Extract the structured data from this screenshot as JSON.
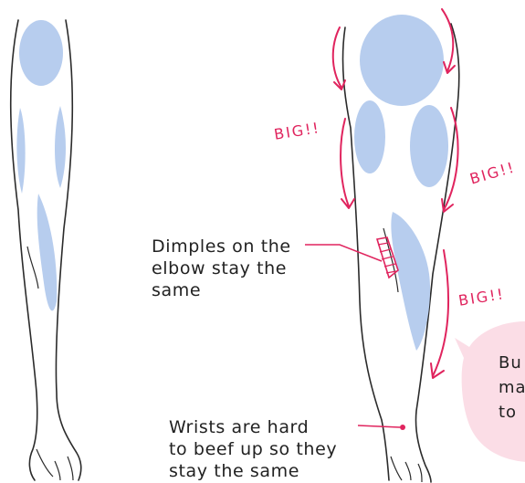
{
  "colors": {
    "muscle_fill": "#b7cdee",
    "outline": "#2b2b2b",
    "accent": "#e0245e",
    "bubble": "#fbdde6",
    "text": "#222222"
  },
  "callouts": {
    "big_upper": "BIG!!",
    "big_right": "BIG!!",
    "big_lower": "BIG!!",
    "dimples": {
      "line1": "Dimples on the",
      "line2": "elbow stay the",
      "line3": "same"
    },
    "wrists": {
      "line1": "Wrists are hard",
      "line2": "to beef up so they",
      "line3": "stay the same"
    }
  },
  "bubble": {
    "line1": "Bu",
    "line2": "ma",
    "line3": "to"
  }
}
